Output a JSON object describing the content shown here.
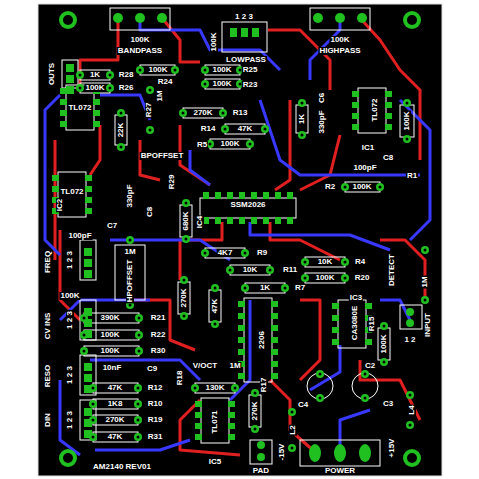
{
  "diagram": {
    "labels": [
      "100K",
      "BANDPASS",
      "1 2 3",
      "100K",
      "LOWPASS",
      "100K",
      "HIGHPASS",
      "OUTS",
      "1K",
      "R28",
      "100K",
      "R26",
      "100K",
      "R24",
      "100K",
      "R25",
      "100K",
      "R23",
      "TL072",
      "1M",
      "R27",
      "22K",
      "270K",
      "R13",
      "R14",
      "47K",
      "R5",
      "100K",
      "BPOFFSET",
      "1K",
      "C6",
      "330pF",
      "TL072",
      "100K",
      "IC1",
      "C8",
      "100pF",
      "R1",
      "R2",
      "100K",
      "TL072",
      "IC2",
      "330pF",
      "C8",
      "R29",
      "680K",
      "IC4",
      "SSM2026",
      "C7",
      "100pF",
      "FREQ",
      "1 2 3",
      "100K",
      "1M",
      "HPOFFSET",
      "4K7",
      "R9",
      "10K",
      "R11",
      "1K",
      "R7",
      "10K",
      "R4",
      "100K",
      "R20",
      "DETECT",
      "1M",
      "270K",
      "47K",
      "2206",
      "IC3",
      "CA3080E",
      "R15",
      "100K",
      "1 2",
      "INPUT",
      "CV INS",
      "1 2 3",
      "390K",
      "R21",
      "100K",
      "R22",
      "100K",
      "R30",
      "V/OCT",
      "1M",
      "RESO",
      "1 2 3",
      "10nF",
      "C9",
      "R18",
      "130K",
      "47K",
      "R12",
      "1K8",
      "R10",
      "270K",
      "R19",
      "47K",
      "R31",
      "DIN",
      "1 2 3",
      "TL071",
      "IC5",
      "R17",
      "270K",
      "C4",
      "C2",
      "C3",
      "L2",
      "-15V",
      "+15V",
      "L4",
      "PAD",
      "POWER",
      "AM2140 REV01"
    ]
  }
}
